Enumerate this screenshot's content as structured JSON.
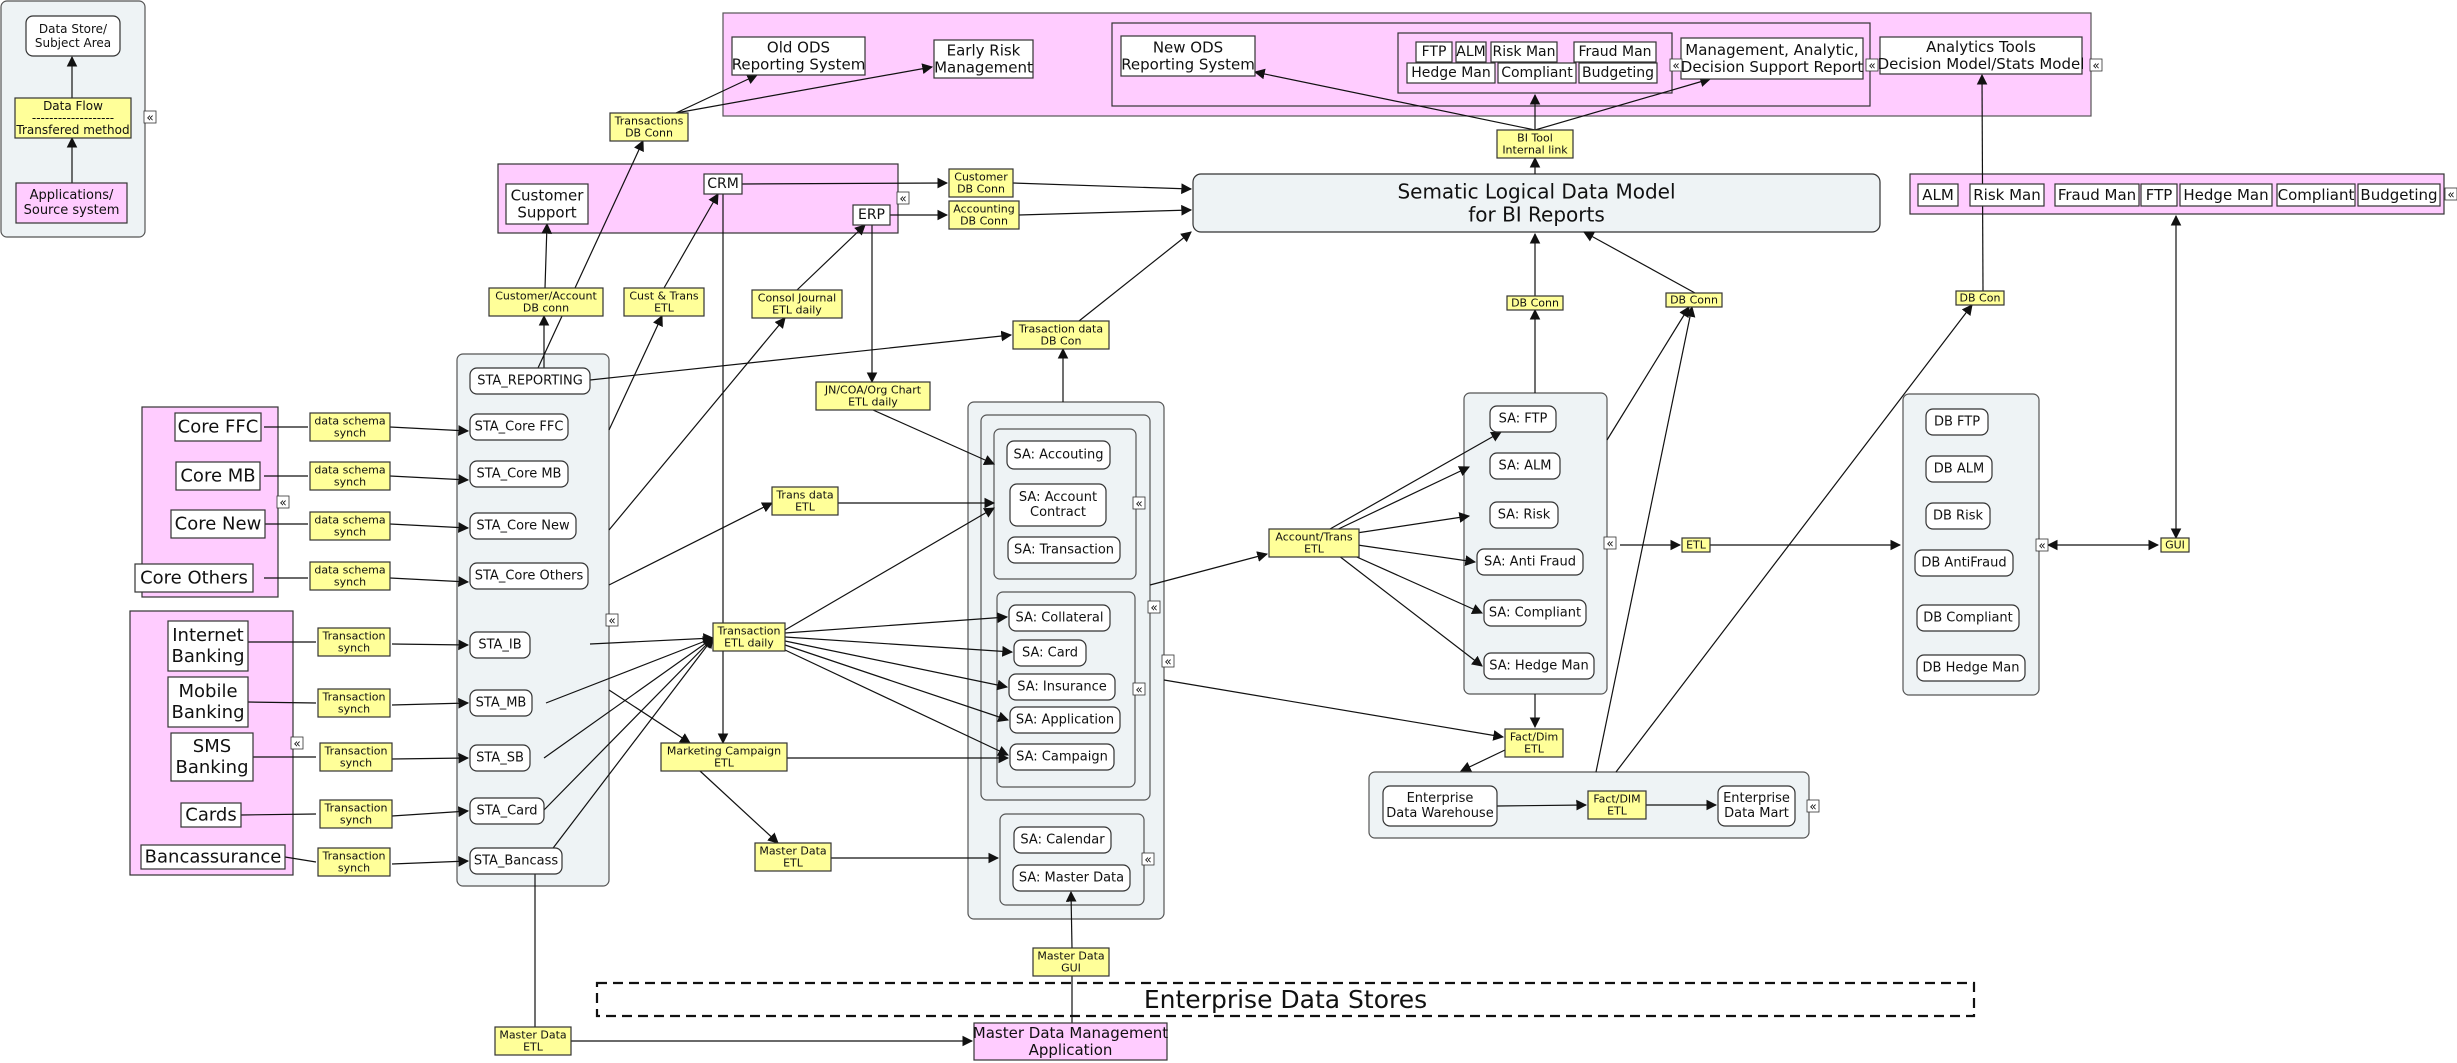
{
  "colors": {
    "source_fill": "#ffccff",
    "store_fill": "#eef3f5",
    "label_fill": "#ffff99",
    "line": "#111111",
    "grey_border": "#555555"
  },
  "legend": {
    "data_store": [
      "Data Store/",
      "Subject Area"
    ],
    "data_flow": [
      "Data Flow",
      "-------------------",
      "Transfered method"
    ],
    "source": [
      "Applications/",
      "Source system"
    ]
  },
  "top_reporting": {
    "old_ods": [
      "Old ODS",
      "Reporting System"
    ],
    "early_risk": [
      "Early Risk",
      "Management"
    ],
    "new_ods": [
      "New ODS",
      "Reporting System"
    ],
    "tools": [
      "FTP",
      "ALM",
      "Risk Man",
      "Fraud Man",
      "Hedge Man",
      "Compliant",
      "Budgeting"
    ],
    "management": [
      "Management, Analytic,",
      "Decision Support Report"
    ],
    "analytics": [
      "Analytics Tools",
      "Decision Model/Stats Model"
    ]
  },
  "right_apps": [
    "ALM",
    "Risk Man",
    "Fraud Man",
    "FTP",
    "Hedge Man",
    "Compliant",
    "Budgeting"
  ],
  "crm_group": {
    "customer_support": [
      "Customer",
      "Support"
    ],
    "crm": "CRM",
    "erp": "ERP"
  },
  "semantic_model": [
    "Sematic Logical Data Model",
    "for BI Reports"
  ],
  "core_sources": [
    "Core FFC",
    "Core MB",
    "Core New",
    "Core Others"
  ],
  "channel_sources": [
    [
      "Internet",
      "Banking"
    ],
    [
      "Mobile",
      "Banking"
    ],
    [
      "SMS",
      "Banking"
    ],
    [
      "Cards"
    ],
    [
      "Bancassurance"
    ]
  ],
  "staging": [
    "STA_REPORTING",
    "STA_Core FFC",
    "STA_Core MB",
    "STA_Core New",
    "STA_Core Others",
    "STA_IB",
    "STA_MB",
    "STA_SB",
    "STA_Card",
    "STA_Bancass"
  ],
  "subject_areas": {
    "group1": [
      "SA: Accouting",
      [
        "SA: Account",
        "Contract"
      ],
      "SA: Transaction"
    ],
    "group2": [
      "SA: Collateral",
      "SA: Card",
      "SA: Insurance",
      "SA: Application",
      "SA: Campaign"
    ],
    "group3": [
      "SA: Calendar",
      "SA: Master Data"
    ]
  },
  "sa_analytic": [
    "SA: FTP",
    "SA: ALM",
    "SA: Risk",
    "SA: Anti Fraud",
    "SA: Compliant",
    "SA: Hedge Man"
  ],
  "db_apps": [
    "DB FTP",
    "DB ALM",
    "DB Risk",
    "DB AntiFraud",
    "DB Compliant",
    "DB Hedge Man"
  ],
  "edw": {
    "warehouse": [
      "Enterprise",
      "Data Warehouse"
    ],
    "mart": [
      "Enterprise",
      "Data Mart"
    ]
  },
  "enterprise_data_stores": "Enterprise Data Stores",
  "mdm": [
    "Master Data Management",
    "Application"
  ],
  "flow_labels": {
    "transactions_db_conn": [
      "Transactions",
      "DB Conn"
    ],
    "customer_db_conn": [
      "Customer",
      "DB Conn"
    ],
    "accounting_db_conn": [
      "Accounting",
      "DB Conn"
    ],
    "bi_tool": [
      "BI Tool",
      "Internal link"
    ],
    "customer_account_db": [
      "Customer/Account",
      "DB conn"
    ],
    "cust_trans_etl": [
      "Cust & Trans",
      "ETL"
    ],
    "consol_journal": [
      "Consol Journal",
      "ETL daily"
    ],
    "transaction_data_db": [
      "Trasaction data",
      "DB Con"
    ],
    "jn_coa": [
      "JN/COA/Org Chart",
      "ETL daily"
    ],
    "db_conn_1": [
      "DB Conn"
    ],
    "db_conn_2": [
      "DB Conn"
    ],
    "db_con_3": [
      "DB Con"
    ],
    "data_schema_synch": [
      "data schema",
      "synch"
    ],
    "trans_data_etl": [
      "Trans data",
      "ETL"
    ],
    "account_trans_etl": [
      "Account/Trans",
      "ETL"
    ],
    "etl": [
      "ETL"
    ],
    "gui": [
      "GUI"
    ],
    "transaction_synch": [
      "Transaction",
      "synch"
    ],
    "transaction_etl_daily": [
      "Transaction",
      "ETL daily"
    ],
    "fact_dim_etl": [
      "Fact/Dim",
      "ETL"
    ],
    "fact_dim_etl_2": [
      "Fact/DIM",
      "ETL"
    ],
    "marketing_campaign": [
      "Marketing Campaign",
      "ETL"
    ],
    "master_data_etl": [
      "Master Data",
      "ETL"
    ],
    "master_data_gui": [
      "Master Data",
      "GUI"
    ],
    "master_data_etl_2": [
      "Master Data",
      "ETL"
    ]
  },
  "collapse_glyph": "«"
}
